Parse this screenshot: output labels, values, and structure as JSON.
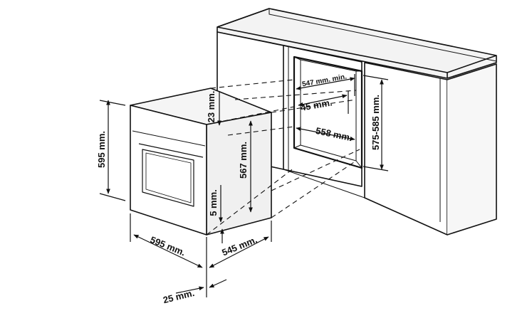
{
  "dimensions": {
    "oven_height": "595 mm.",
    "oven_width": "595 mm.",
    "oven_depth": "545 mm.",
    "front_panel_depth": "25 mm.",
    "top_gap": "23 mm.",
    "inner_height": "567 mm.",
    "bottom_gap": "5 mm.",
    "niche_min_width": "547 mm. min.",
    "side_gap": "45 mm.",
    "niche_depth": "558 mm.",
    "niche_height": "575-585 mm."
  }
}
